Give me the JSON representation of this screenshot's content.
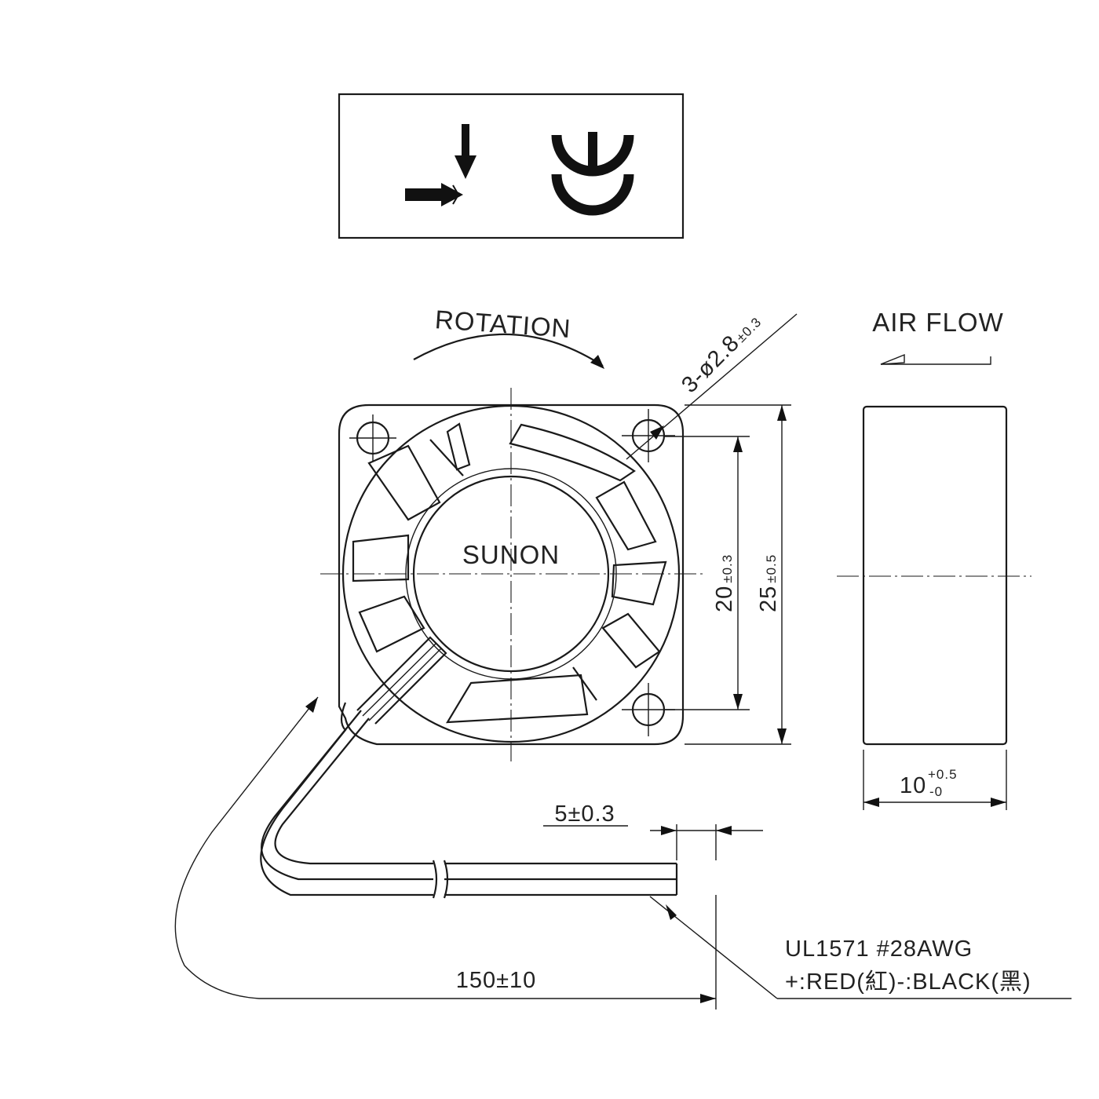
{
  "symbols": {
    "airflow_icon": "airflow-direction-symbol",
    "rotation_icon": "rotation-direction-symbol"
  },
  "labels": {
    "rotation": "ROTATION",
    "air_flow": "AIR FLOW",
    "brand": "SUNON",
    "hole_spec_main": "3-ø2.8",
    "hole_spec_tol": "±0.3",
    "hole_pitch_main": "20",
    "hole_pitch_tol": "±0.3",
    "frame_size_main": "25",
    "frame_size_tol": "±0.5",
    "thickness_main": "10",
    "thickness_tol_plus": "+0.5",
    "thickness_tol_minus": "-0",
    "strip_length": "5±0.3",
    "lead_length": "150±10",
    "wire_spec": "UL1571  #28AWG",
    "wire_colors": "+:RED(紅)-:BLACK(黑)"
  },
  "colors": {
    "line": "#1a1a1a",
    "background": "#ffffff"
  }
}
